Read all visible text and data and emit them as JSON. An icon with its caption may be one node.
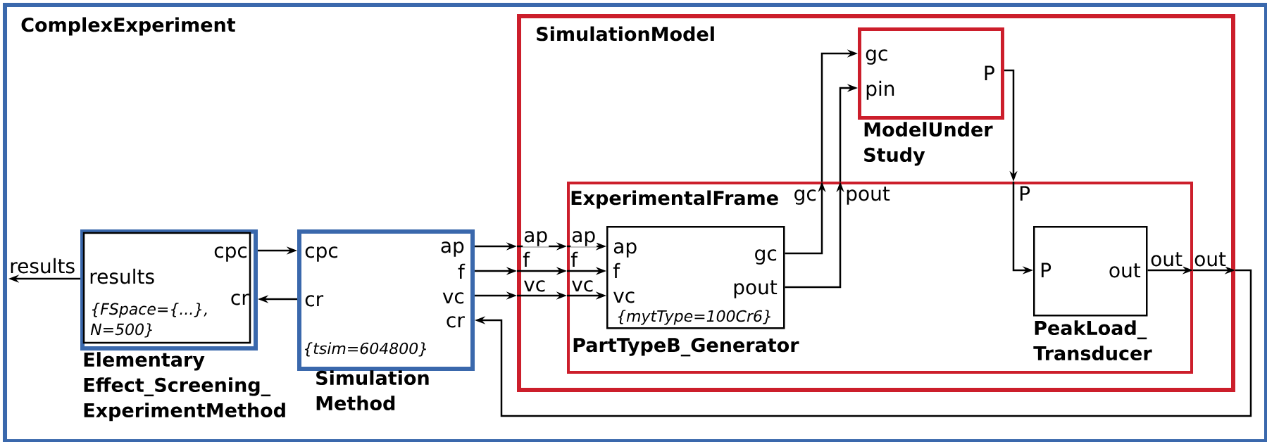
{
  "diagram": {
    "nodes": [
      {
        "text": [
          "ComplexExperiment"
        ]
      },
      {
        "text": [
          "cpc",
          "results",
          "cr",
          "{FSpace={...}, N=500}",
          "Elementary Effect_Screening_ ExperimentMethod"
        ],
        "in": 0
      },
      {
        "text": [
          "cpc",
          "ap",
          "f",
          "vc",
          "cr",
          "cr",
          "{tsim=604800}",
          "Simulation Method"
        ],
        "in": 0
      },
      {
        "text": [
          "SimulationModel"
        ],
        "in": 0
      },
      {
        "text": [
          "gc",
          "P",
          "pin",
          "ModelUnder Study"
        ],
        "in": 3
      },
      {
        "text": [
          "ExperimentalFrame"
        ],
        "in": 3
      },
      {
        "text": [
          "ap",
          "gc",
          "f",
          "vc",
          "pout",
          "{mytType=100Cr6}",
          "PartTypeB_Generator"
        ],
        "in": 5
      },
      {
        "text": [
          "P",
          "out",
          "PeakLoad_ Transducer"
        ],
        "in": 5
      }
    ],
    "edges": [
      {
        "from": 1,
        "to": null,
        "arrow": "to",
        "label": "results"
      },
      {
        "from": 1,
        "to": 2,
        "arrow": "to"
      },
      {
        "from": 2,
        "to": 1,
        "arrow": "to"
      },
      {
        "from": 2,
        "to": 3,
        "arrow": "to"
      },
      {
        "from": 2,
        "to": 3,
        "arrow": "to"
      },
      {
        "from": 2,
        "to": 3,
        "arrow": "to"
      },
      {
        "from": 3,
        "to": 5,
        "arrow": "to",
        "label": "ap"
      },
      {
        "from": 3,
        "to": 5,
        "arrow": "to",
        "label": "f"
      },
      {
        "from": 3,
        "to": 5,
        "arrow": "to",
        "label": "vc"
      },
      {
        "from": 5,
        "to": 6,
        "arrow": "to",
        "label": "ap"
      },
      {
        "from": 5,
        "to": 6,
        "arrow": "to",
        "label": "f"
      },
      {
        "from": 5,
        "to": 6,
        "arrow": "to",
        "label": "vc"
      },
      {
        "from": 6,
        "to": 5,
        "arrow": "to"
      },
      {
        "from": 5,
        "to": 4,
        "arrow": "to",
        "label": "gc"
      },
      {
        "from": 6,
        "to": 5,
        "arrow": "to"
      },
      {
        "from": 5,
        "to": 4,
        "arrow": "to",
        "label": "pout"
      },
      {
        "from": 4,
        "to": 5,
        "arrow": "to"
      },
      {
        "from": 5,
        "to": 7,
        "arrow": "to",
        "label": "P"
      },
      {
        "from": 7,
        "to": 5,
        "arrow": "to",
        "label": "out"
      },
      {
        "from": 5,
        "to": 3,
        "arrow": "to",
        "label": "out"
      },
      {
        "from": 3,
        "to": 2,
        "arrow": "to"
      }
    ]
  }
}
